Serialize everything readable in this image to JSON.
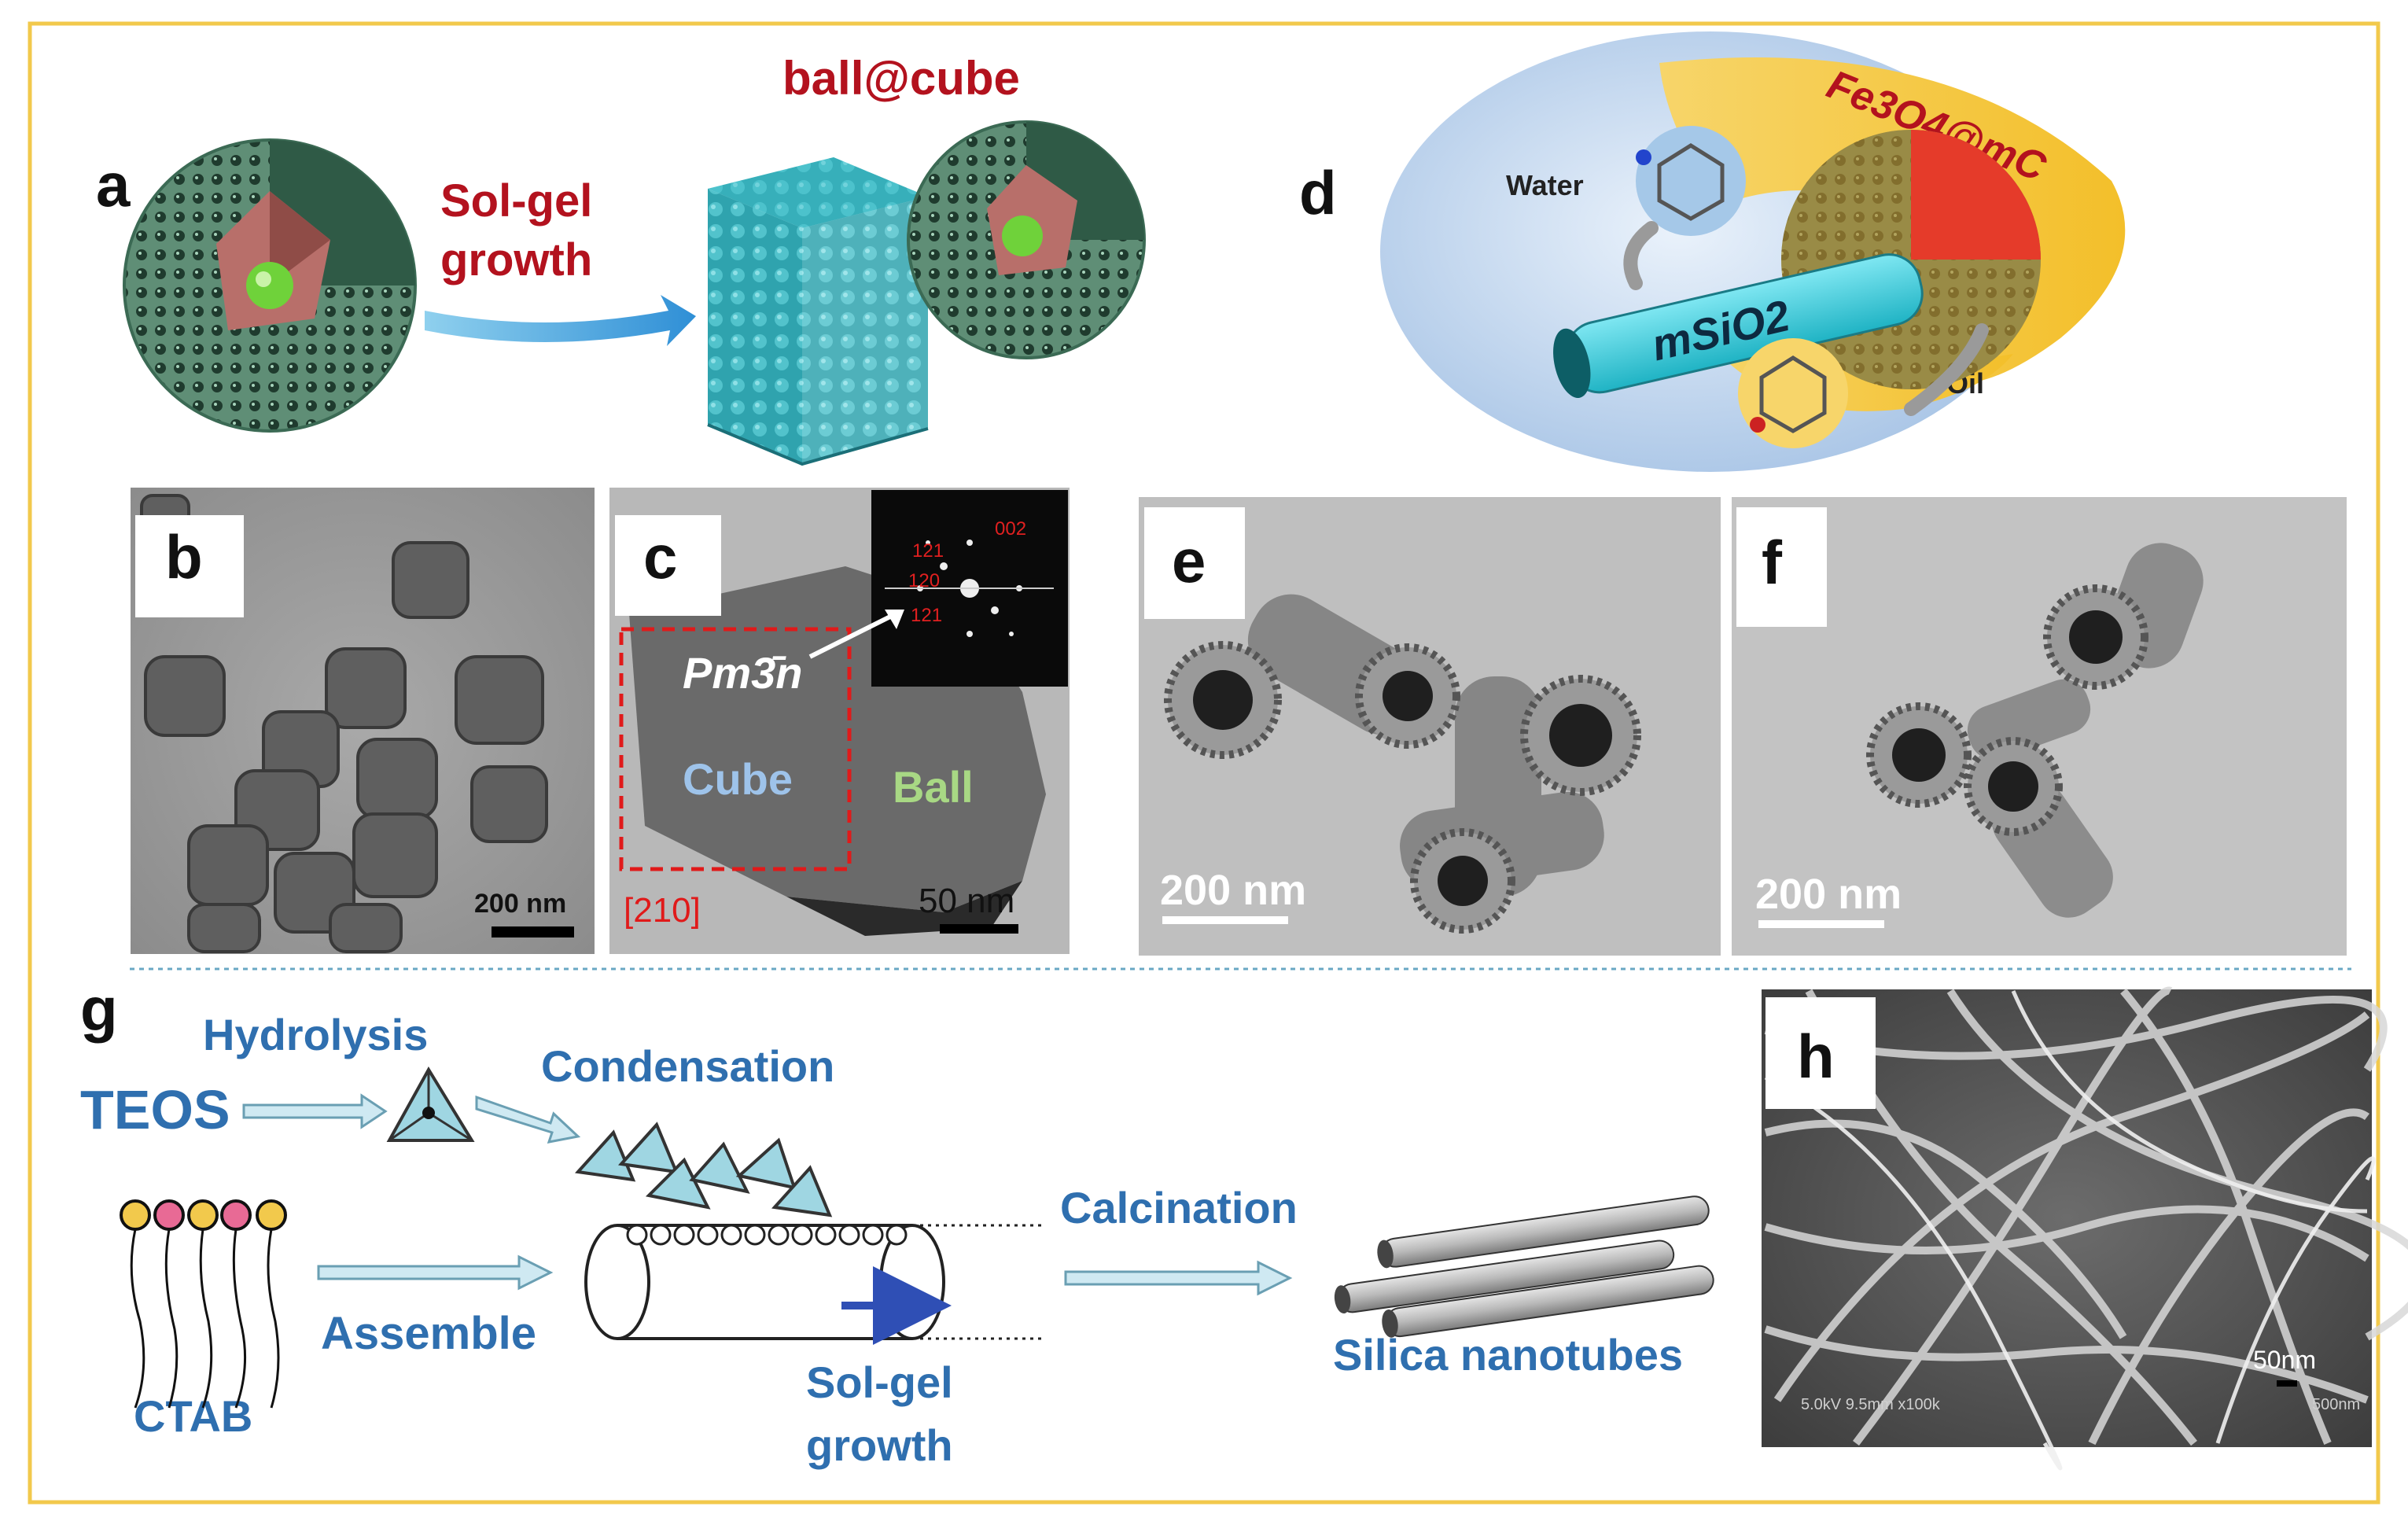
{
  "panel_labels": {
    "a": "a",
    "b": "b",
    "c": "c",
    "d": "d",
    "e": "e",
    "f": "f",
    "g": "g",
    "h": "h"
  },
  "panel_a": {
    "title": "ball@cube",
    "arrow_label_1": "Sol-gel",
    "arrow_label_2": "growth"
  },
  "panel_b": {
    "scale_bar": "200 nm"
  },
  "panel_c": {
    "space_group": "Pm3̄n",
    "cube_label": "Cube",
    "ball_label": "Ball",
    "zone_axis": "[210]",
    "scale_bar": "50 nm",
    "fft_labels": [
      "002",
      "121",
      "120",
      "121"
    ]
  },
  "panel_d": {
    "water": "Water",
    "oil": "Oil",
    "core_shell": "Fe3O4@mC",
    "tube": "mSiO2"
  },
  "panel_e": {
    "scale_bar": "200 nm"
  },
  "panel_f": {
    "scale_bar": "200 nm"
  },
  "panel_g": {
    "hydrolysis": "Hydrolysis",
    "teos": "TEOS",
    "condensation": "Condensation",
    "calcination": "Calcination",
    "assemble": "Assemble",
    "ctab": "CTAB",
    "solgel_1": "Sol-gel",
    "solgel_2": "growth",
    "product": "Silica nanotubes"
  },
  "panel_h": {
    "scale_bar": "50nm",
    "microscope_info": "5.0kV 9.5mm x100k",
    "mag_info": "500nm"
  },
  "colors": {
    "frame": "#f2c94c",
    "red_label": "#b3121e",
    "blue_label": "#2f6faf",
    "teal": "#3fa9b5"
  }
}
